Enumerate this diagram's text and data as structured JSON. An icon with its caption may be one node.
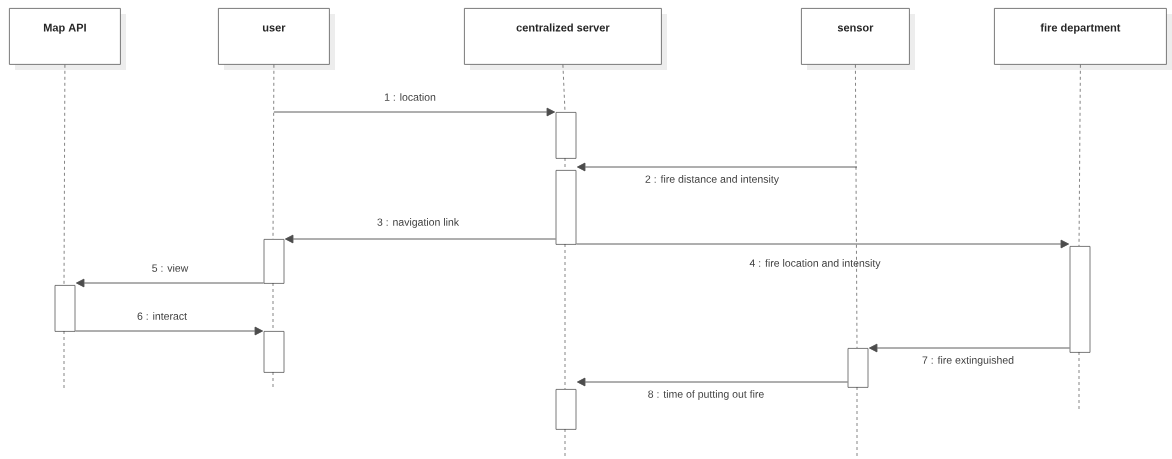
{
  "diagram": {
    "nodes": [
      {
        "text": [
          "Map API"
        ]
      },
      {
        "text": [
          "user"
        ]
      },
      {
        "text": [
          "centralized server"
        ]
      },
      {
        "text": [
          "sensor"
        ]
      },
      {
        "text": [
          "fire department"
        ]
      },
      {
        "text": [],
        "shape": "bar"
      },
      {
        "text": [],
        "shape": "bar"
      },
      {
        "text": [],
        "shape": "bar"
      },
      {
        "text": [],
        "shape": "bar"
      },
      {
        "text": [],
        "shape": "bar"
      },
      {
        "text": [],
        "shape": "bar"
      },
      {
        "text": [],
        "shape": "bar"
      },
      {
        "text": [],
        "shape": "bar"
      }
    ],
    "edges": [
      {
        "from": 1,
        "to": 5,
        "arrow": "to",
        "label": "1 : location"
      },
      {
        "from": null,
        "to": 6,
        "arrow": "to",
        "label": "2 : fire distance and intensity"
      },
      {
        "from": 6,
        "to": 7,
        "arrow": "to",
        "label": "3 : navigation link"
      },
      {
        "from": 6,
        "to": 8,
        "arrow": "to",
        "label": "4 : fire location and intensity"
      },
      {
        "from": 7,
        "to": 9,
        "arrow": "to",
        "label": "5 : view"
      },
      {
        "from": 9,
        "to": 10,
        "arrow": "to",
        "label": "6 : interact"
      },
      {
        "from": 8,
        "to": 11,
        "arrow": "to",
        "label": "7 : fire extinguished"
      },
      {
        "from": 11,
        "to": 12,
        "arrow": "to",
        "label": "8 : time of putting out fire"
      },
      {
        "from": 0,
        "to": null,
        "arrow": "none",
        "style": "dashed"
      },
      {
        "from": 1,
        "to": null,
        "arrow": "none",
        "style": "dashed"
      },
      {
        "from": 2,
        "to": null,
        "arrow": "none",
        "style": "dashed"
      },
      {
        "from": 3,
        "to": null,
        "arrow": "none",
        "style": "dashed"
      },
      {
        "from": 4,
        "to": null,
        "arrow": "none",
        "style": "dashed"
      }
    ]
  }
}
